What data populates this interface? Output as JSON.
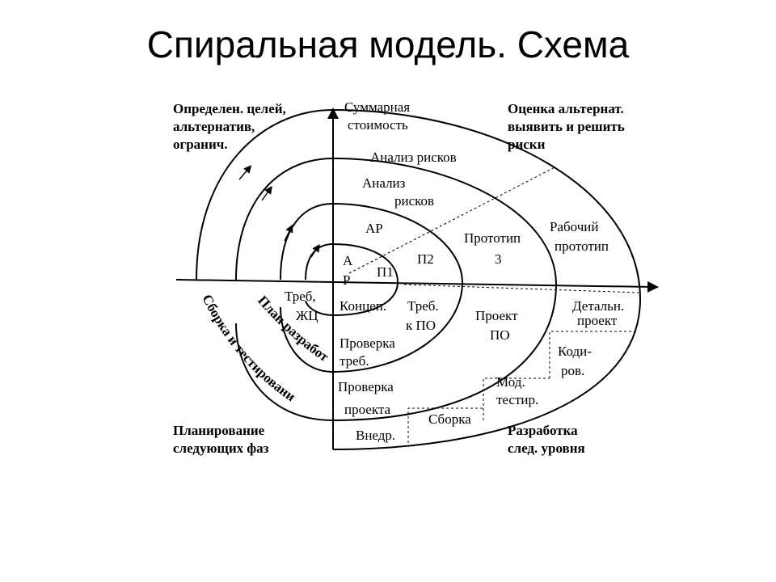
{
  "title": "Спиральная модель. Схема",
  "quadrants": {
    "top_left": [
      "Определен. целей,",
      "альтернатив,",
      "огранич."
    ],
    "top_right": [
      "Оценка альтернат.",
      "выявить и решить",
      "риски"
    ],
    "bottom_left": [
      "Планирование",
      "следующих фаз"
    ],
    "bottom_right": [
      "Разработка",
      "след. уровня"
    ]
  },
  "axis": {
    "y_label": [
      "Суммарная",
      "стоимость"
    ]
  },
  "labels": {
    "risk_outer": "Анализ рисков",
    "risk_mid": [
      "Анализ",
      "рисков"
    ],
    "ar": "АР",
    "ar_inner": [
      "А",
      "Р"
    ],
    "p1": "П1",
    "p2": "П2",
    "proto3": [
      "Прототип",
      "3"
    ],
    "working_proto": [
      "Рабочий",
      "прототип"
    ],
    "req_lc": [
      "Треб,",
      "ЖЦ"
    ],
    "concept": "Концеп.",
    "req_sw": [
      "Треб.",
      "к ПО"
    ],
    "check_req": [
      "Проверка",
      "треб."
    ],
    "design_sw": [
      "Проект",
      "ПО"
    ],
    "detail_design": [
      "Детальн.",
      "проект"
    ],
    "coding": [
      "Коди-",
      "ров."
    ],
    "unit_test": [
      "Мод.",
      "тестир."
    ],
    "check_design": [
      "Проверка",
      "проекта"
    ],
    "assembly": "Сборка",
    "deploy": "Внедр."
  },
  "curved_labels": {
    "dev_plan": "План разработ.",
    "assembly_test": "Сборка и тестирование"
  }
}
